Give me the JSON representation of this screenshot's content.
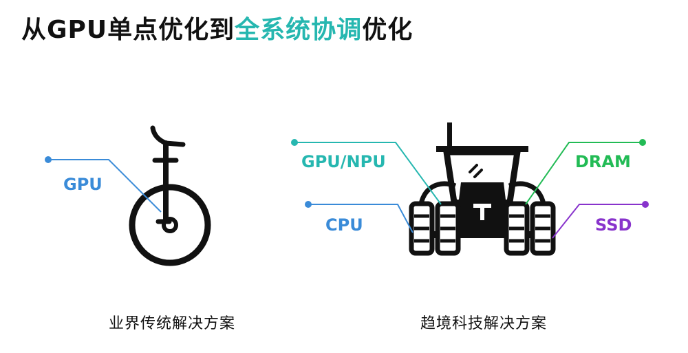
{
  "title": {
    "part1": "从GPU单点优化到",
    "highlight": "全系统协调",
    "part2": "优化",
    "highlight_color": "#26b7b0"
  },
  "left": {
    "icon": "unicycle-icon",
    "labels": {
      "gpu": "GPU"
    },
    "caption": "业界传统解决方案"
  },
  "right": {
    "icon": "tractor-icon",
    "labels": {
      "gpu_npu": "GPU/NPU",
      "cpu": "CPU",
      "dram": "DRAM",
      "ssd": "SSD"
    },
    "caption": "趋境科技解决方案"
  },
  "colors": {
    "gpu": "#3a8bd8",
    "gpu_npu": "#26b7b0",
    "cpu": "#3a8bd8",
    "dram": "#22bb55",
    "ssd": "#8833cc"
  }
}
